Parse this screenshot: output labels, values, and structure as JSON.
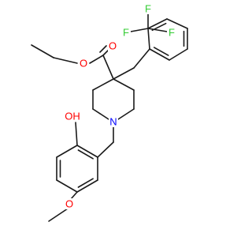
{
  "colors": {
    "bond": "#1a1a1a",
    "oxygen": "#ff0000",
    "nitrogen": "#0000ff",
    "fluorine": "#33cc33"
  },
  "labels": {
    "ester_o_carbonyl": "O",
    "ester_o_ether": "O",
    "hydroxyl": "OH",
    "nitrogen": "N",
    "methoxy_o": "O",
    "fluorine_1": "F",
    "fluorine_2": "F",
    "fluorine_3": "F"
  }
}
